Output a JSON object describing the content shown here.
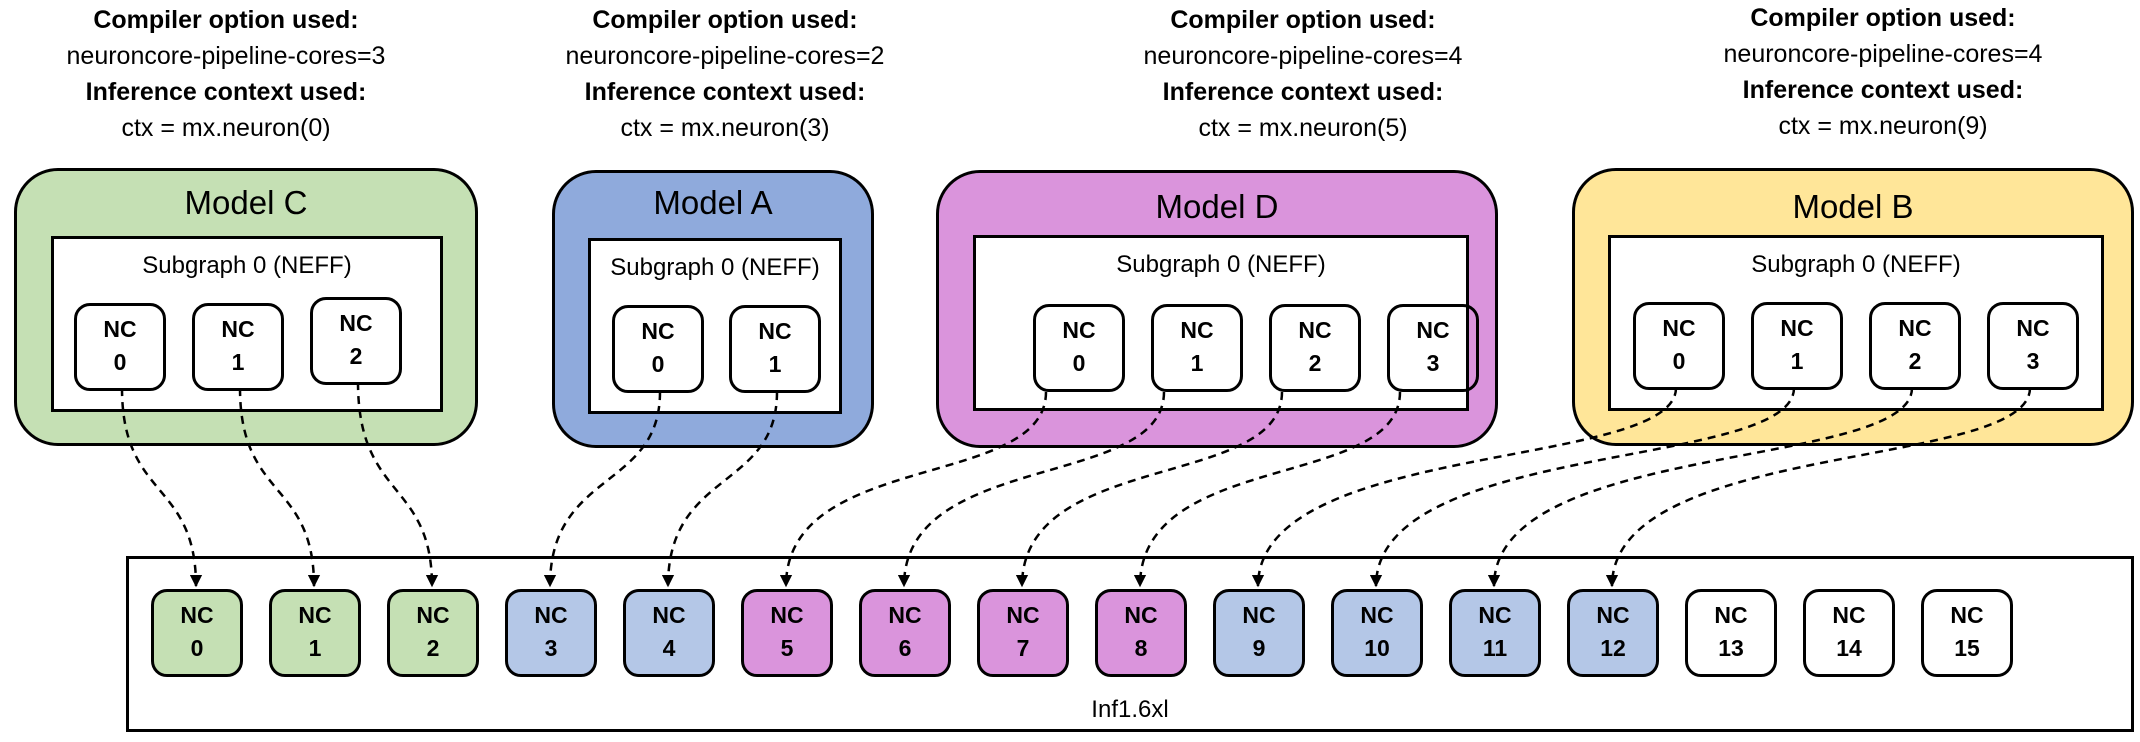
{
  "headers": [
    {
      "label1": "Compiler option used:",
      "option": "neuroncore-pipeline-cores=3",
      "label2": "Inference context used:",
      "context": "ctx = mx.neuron(0)"
    },
    {
      "label1": "Compiler option used:",
      "option": "neuroncore-pipeline-cores=2",
      "label2": "Inference context used:",
      "context": "ctx = mx.neuron(3)"
    },
    {
      "label1": "Compiler option used:",
      "option": "neuroncore-pipeline-cores=4",
      "label2": "Inference context used:",
      "context": "ctx = mx.neuron(5)"
    },
    {
      "label1": "Compiler option used:",
      "option": "neuroncore-pipeline-cores=4",
      "label2": "Inference context used:",
      "context": "ctx = mx.neuron(9)"
    }
  ],
  "models": [
    {
      "title": "Model C",
      "color": "#c5e0b4",
      "subgraph": "Subgraph 0 (NEFF)",
      "cores": [
        {
          "top": "NC",
          "num": "0"
        },
        {
          "top": "NC",
          "num": "1"
        },
        {
          "top": "NC",
          "num": "2"
        }
      ]
    },
    {
      "title": "Model A",
      "color": "#8faadc",
      "subgraph": "Subgraph 0 (NEFF)",
      "cores": [
        {
          "top": "NC",
          "num": "0"
        },
        {
          "top": "NC",
          "num": "1"
        }
      ]
    },
    {
      "title": "Model D",
      "color": "#da94dc",
      "subgraph": "Subgraph 0 (NEFF)",
      "cores": [
        {
          "top": "NC",
          "num": "0"
        },
        {
          "top": "NC",
          "num": "1"
        },
        {
          "top": "NC",
          "num": "2"
        },
        {
          "top": "NC",
          "num": "3"
        }
      ]
    },
    {
      "title": "Model B",
      "color": "#ffe699",
      "subgraph": "Subgraph 0 (NEFF)",
      "cores": [
        {
          "top": "NC",
          "num": "0"
        },
        {
          "top": "NC",
          "num": "1"
        },
        {
          "top": "NC",
          "num": "2"
        },
        {
          "top": "NC",
          "num": "3"
        }
      ]
    }
  ],
  "device": {
    "label": "Inf1.6xl",
    "cores": [
      {
        "top": "NC",
        "num": "0",
        "color": "#c5e0b4"
      },
      {
        "top": "NC",
        "num": "1",
        "color": "#c5e0b4"
      },
      {
        "top": "NC",
        "num": "2",
        "color": "#c5e0b4"
      },
      {
        "top": "NC",
        "num": "3",
        "color": "#b4c7e7"
      },
      {
        "top": "NC",
        "num": "4",
        "color": "#b4c7e7"
      },
      {
        "top": "NC",
        "num": "5",
        "color": "#da94dc"
      },
      {
        "top": "NC",
        "num": "6",
        "color": "#da94dc"
      },
      {
        "top": "NC",
        "num": "7",
        "color": "#da94dc"
      },
      {
        "top": "NC",
        "num": "8",
        "color": "#da94dc"
      },
      {
        "top": "NC",
        "num": "9",
        "color": "#b4c7e7"
      },
      {
        "top": "NC",
        "num": "10",
        "color": "#b4c7e7"
      },
      {
        "top": "NC",
        "num": "11",
        "color": "#b4c7e7"
      },
      {
        "top": "NC",
        "num": "12",
        "color": "#b4c7e7"
      },
      {
        "top": "NC",
        "num": "13",
        "color": "#ffffff"
      },
      {
        "top": "NC",
        "num": "14",
        "color": "#ffffff"
      },
      {
        "top": "NC",
        "num": "15",
        "color": "#ffffff"
      }
    ]
  }
}
